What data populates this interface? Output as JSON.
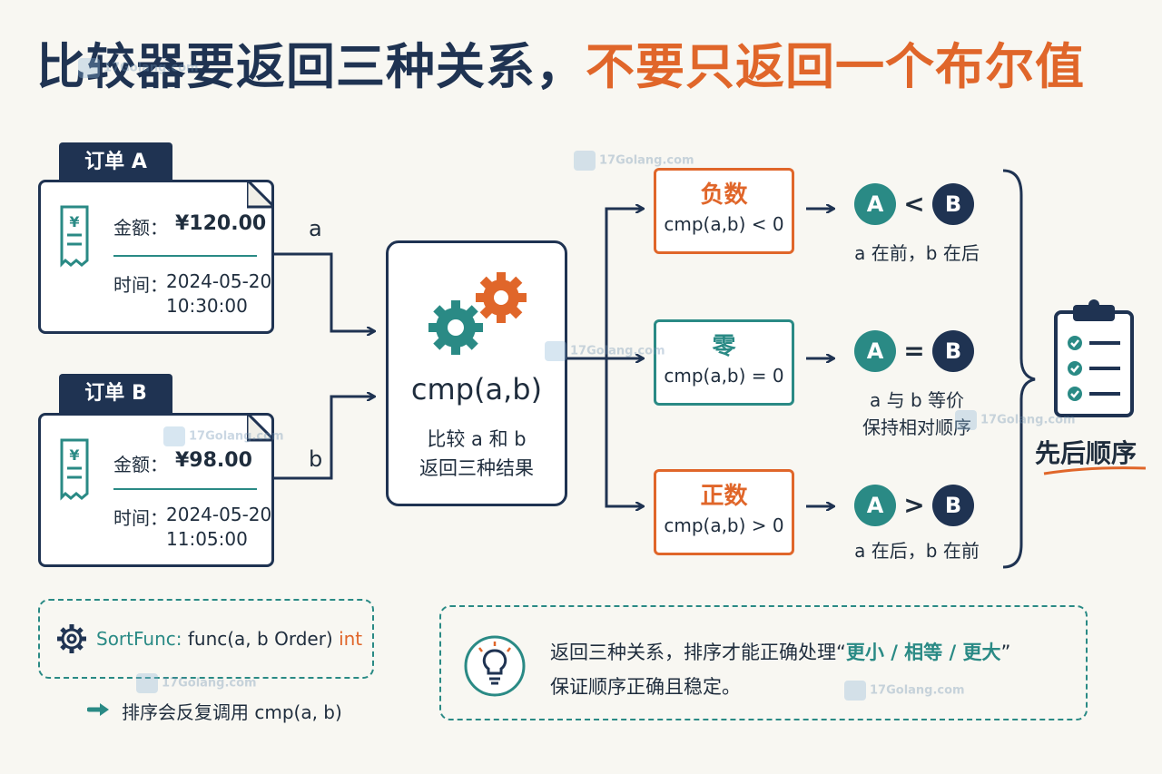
{
  "title": {
    "main": "比较器要返回三种关系，",
    "accent": "不要只返回一个布尔值"
  },
  "orders": [
    {
      "tag": "订单 A",
      "amount_label": "金额：",
      "amount": "¥120.00",
      "time_label": "时间：",
      "date": "2024-05-20",
      "clock": "10:30:00",
      "param": "a"
    },
    {
      "tag": "订单 B",
      "amount_label": "金额：",
      "amount": "¥98.00",
      "time_label": "时间：",
      "date": "2024-05-20",
      "clock": "11:05:00",
      "param": "b"
    }
  ],
  "comparator": {
    "title": "cmp(a,b)",
    "line1": "比较 a 和 b",
    "line2": "返回三种结果"
  },
  "cases": [
    {
      "title": "负数",
      "expr": "cmp(a,b) < 0",
      "left": "A",
      "symbol": "<",
      "right": "B",
      "result1": "a 在前，b 在后",
      "result2": "",
      "color": "#e0662a"
    },
    {
      "title": "零",
      "expr": "cmp(a,b) = 0",
      "left": "A",
      "symbol": "=",
      "right": "B",
      "result1": "a 与 b 等价",
      "result2": "保持相对顺序",
      "color": "#2a8a85"
    },
    {
      "title": "正数",
      "expr": "cmp(a,b) > 0",
      "left": "A",
      "symbol": ">",
      "right": "B",
      "result1": "a 在后，b 在前",
      "result2": "",
      "color": "#e0662a"
    }
  ],
  "order_label": "先后顺序",
  "signature": {
    "name": "SortFunc:",
    "sig": "func(a, b Order)",
    "ret": "int"
  },
  "repeat_note": "排序会反复调用 cmp(a, b)",
  "note": {
    "prefix": "返回三种关系，排序才能正确处理“",
    "highlight": "更小 / 相等 / 更大",
    "suffix": "”",
    "line2": "保证顺序正确且稳定。"
  },
  "watermark": "17Golang.com",
  "colors": {
    "navy": "#1f3352",
    "teal": "#2a8a85",
    "orange": "#e0662a"
  }
}
